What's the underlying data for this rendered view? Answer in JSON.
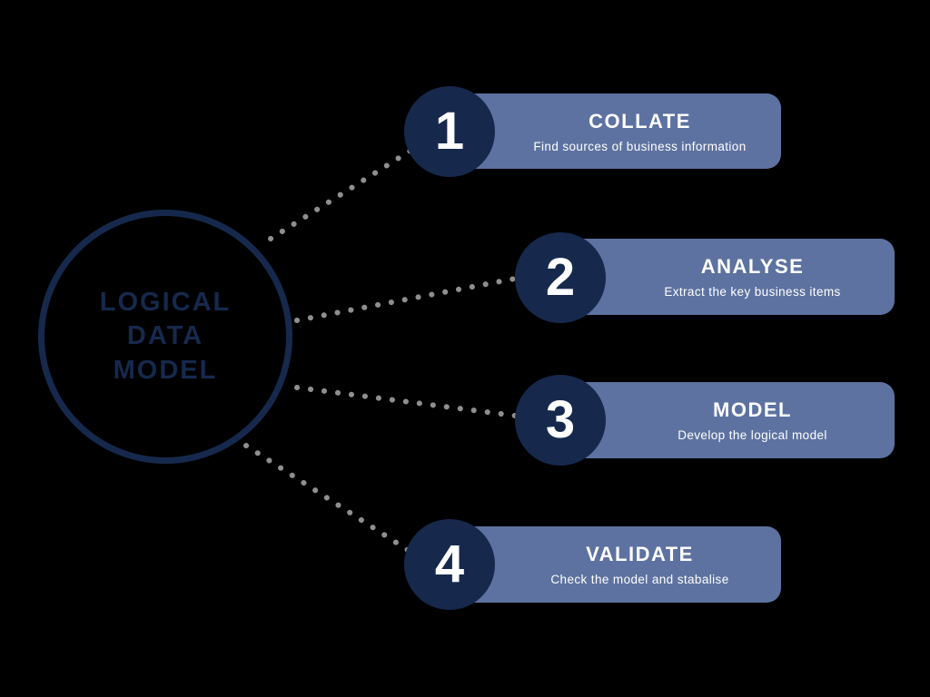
{
  "hub": {
    "label": "LOGICAL\nDATA\nMODEL"
  },
  "steps": [
    {
      "number": "1",
      "title": "COLLATE",
      "subtitle": "Find sources of business information"
    },
    {
      "number": "2",
      "title": "ANALYSE",
      "subtitle": "Extract the key business items"
    },
    {
      "number": "3",
      "title": "MODEL",
      "subtitle": "Develop the logical model"
    },
    {
      "number": "4",
      "title": "VALIDATE",
      "subtitle": "Check the model and stabalise"
    }
  ],
  "colors": {
    "background": "#000000",
    "navy": "#16294d",
    "slate": "#5d72a0",
    "dot": "#8f8f8f",
    "text_light": "#ffffff"
  }
}
